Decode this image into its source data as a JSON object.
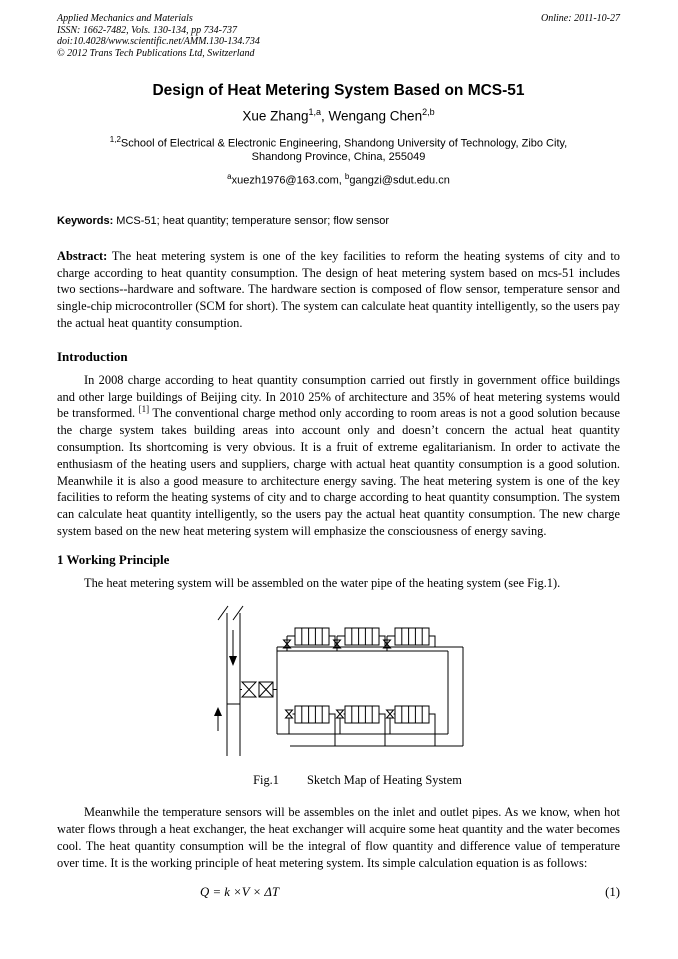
{
  "header": {
    "journal": "Applied Mechanics and Materials",
    "issn_line": "ISSN: 1662-7482, Vols. 130-134, pp 734-737",
    "doi_line": "doi:10.4028/www.scientific.net/AMM.130-134.734",
    "copyright_line": "© 2012 Trans Tech Publications Ltd, Switzerland",
    "online_date": "Online: 2011-10-27"
  },
  "title": "Design of Heat Metering System Based on MCS-51",
  "authors": {
    "name1": "Xue Zhang",
    "sup1": "1,a",
    "sep": ", ",
    "name2": "Wengang Chen",
    "sup2": "2,b"
  },
  "affiliation": {
    "sup": "1,2",
    "line1": "School of Electrical & Electronic Engineering, Shandong University of Technology, Zibo City,",
    "line2": "Shandong Province, China, 255049"
  },
  "emails": {
    "sup_a": "a",
    "addr_a": "xuezh1976@163.com, ",
    "sup_b": "b",
    "addr_b": "gangzi@sdut.edu.cn"
  },
  "keywords": {
    "label": "Keywords:",
    "text": " MCS-51; heat quantity; temperature sensor; flow sensor"
  },
  "abstract": {
    "label": "Abstract:",
    "text": " The heat metering system is one of the key facilities to reform the heating systems of city and to charge according to heat quantity consumption. The design of heat metering system based on mcs-51 includes two sections--hardware and software. The hardware section is composed of flow sensor, temperature sensor and single-chip microcontroller (SCM for short). The system can calculate heat quantity intelligently, so the users pay the actual heat quantity consumption."
  },
  "introduction": {
    "heading": "Introduction",
    "para_start": "In 2008 charge according to heat quantity consumption carried out firstly in government office buildings and other large buildings of Beijing city. In 2010 25% of architecture and 35% of heat metering systems would be transformed. ",
    "ref_marker": "[1]",
    "para_end": " The conventional charge method only according to room areas is not a good solution because the charge system takes building areas into account only and doesn’t concern the actual heat quantity consumption. Its shortcoming is very obvious. It is a fruit of extreme egalitarianism. In order to activate the enthusiasm of the heating users and suppliers, charge with actual heat quantity consumption is a good solution. Meanwhile it is also a good measure to architecture energy saving. The heat metering system is one of the key facilities to reform the heating systems of city and to charge according to heat quantity consumption. The system can calculate heat quantity intelligently, so the users pay the actual heat quantity consumption. The new charge system based on the new heat metering system will emphasize the consciousness of energy saving."
  },
  "working_principle": {
    "heading": "1 Working Principle",
    "para1": "The heat metering system will be assembled on the water pipe of the heating system (see Fig.1).",
    "figure_caption_label": "Fig.1",
    "figure_caption_text": "Sketch Map of Heating System",
    "para2": "Meanwhile the temperature sensors will be assembles on the inlet and outlet pipes. As we know, when hot water flows through a heat exchanger, the heat exchanger will acquire some heat quantity and the water becomes cool. The heat quantity consumption will be the integral of flow quantity and difference value of temperature over time. It is the working principle of heat metering system. Its simple calculation equation is as follows:",
    "equation": "Q = k ×V × ΔT",
    "equation_number": "(1)"
  }
}
